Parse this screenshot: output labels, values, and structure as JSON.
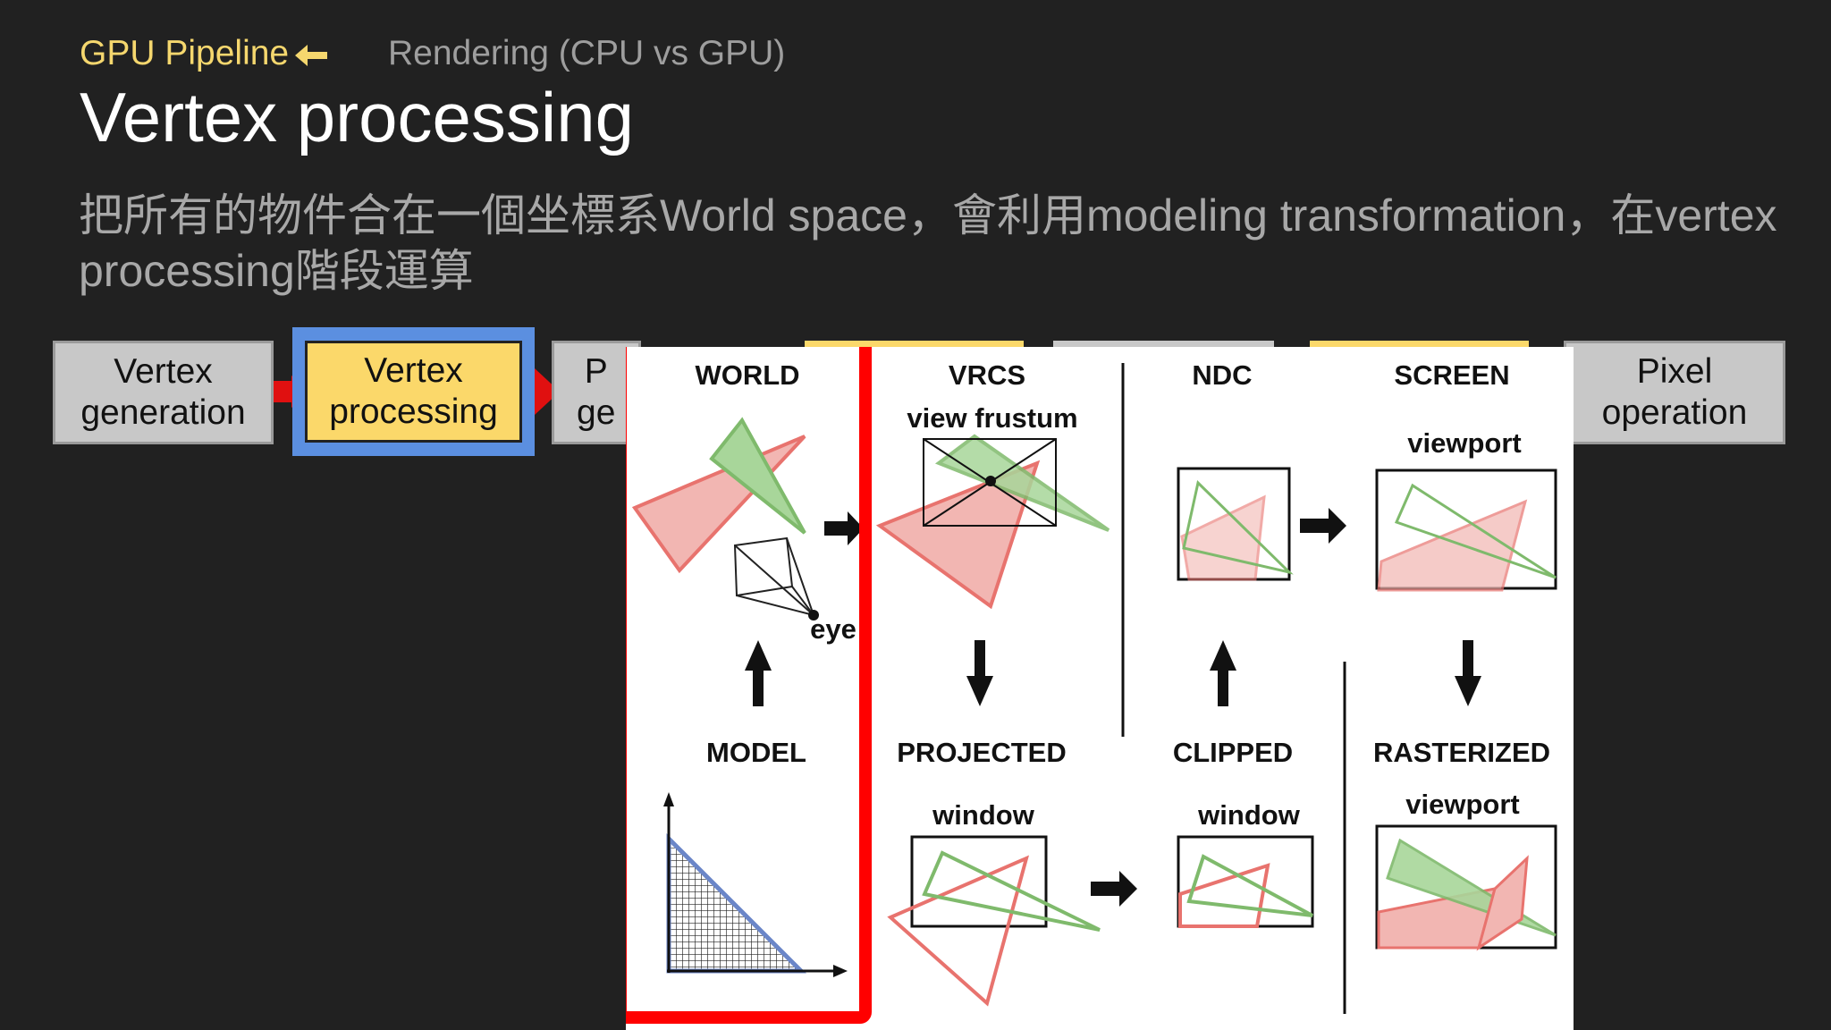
{
  "breadcrumb": {
    "link_label": "GPU Pipeline",
    "arrow_icon": "arrow-left-icon",
    "current_label": "Rendering (CPU vs GPU)"
  },
  "title": "Vertex processing",
  "description": "把所有的物件合在一個坐標系World space，會利用modeling transformation，在vertex processing階段運算",
  "pipeline": {
    "stages": [
      {
        "label": "Vertex\ngeneration"
      },
      {
        "label": "Vertex\nprocessing"
      },
      {
        "label": "P\nge"
      },
      {
        "label": "Pixel\noperation"
      }
    ]
  },
  "diagram": {
    "labels": {
      "world": "WORLD",
      "vrcs": "VRCS",
      "view_frustum": "view frustum",
      "ndc": "NDC",
      "screen": "SCREEN",
      "viewport_top": "viewport",
      "eye": "eye",
      "model": "MODEL",
      "projected": "PROJECTED",
      "clipped": "CLIPPED",
      "rasterized": "RASTERIZED",
      "window_projected": "window",
      "window_clipped": "window",
      "viewport_bottom": "viewport"
    }
  },
  "colors": {
    "background": "#212121",
    "accent_yellow": "#f5d76e",
    "highlight_red": "#ff0000",
    "selected_blue": "#5b8fe0",
    "stage_gray": "#c8c8c8",
    "stage_yellow": "#fbd86a",
    "triangle_red": "#e8736e",
    "triangle_green": "#7fba6c"
  }
}
